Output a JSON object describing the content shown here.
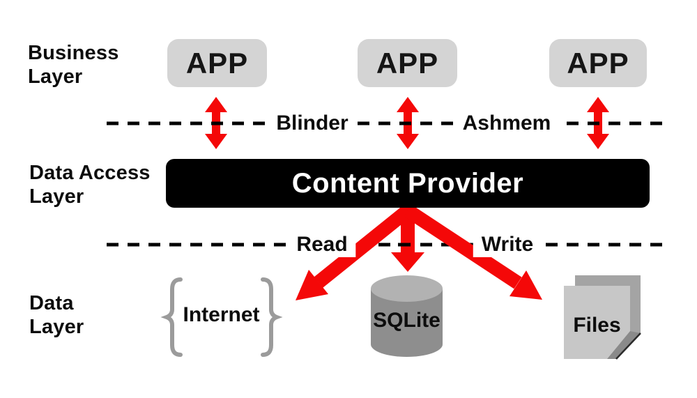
{
  "theme": {
    "background": "#ffffff",
    "red": "#f40808",
    "box_gray": "#d4d4d4",
    "black": "#000000",
    "text": "#0d0d0d",
    "brace_gray": "#9b9b9b",
    "cylinder_body": "#8e8e8e",
    "cylinder_top": "#b2b2b2",
    "file_front": "#c7c7c7",
    "file_back": "#a4a4a4",
    "file_fold": "#8a8a8a"
  },
  "layers": {
    "business": "Business\nLayer",
    "data_access": "Data Access\nLayer",
    "data": "Data\nLayer"
  },
  "apps": [
    "APP",
    "APP",
    "APP"
  ],
  "content_provider": "Content Provider",
  "boundary1": {
    "left_label": "Blinder",
    "right_label": "Ashmem"
  },
  "boundary2": {
    "left_label": "Read",
    "right_label": "Write"
  },
  "data_sources": {
    "internet": "Internet",
    "sqlite": "SQLite",
    "files": "Files"
  }
}
